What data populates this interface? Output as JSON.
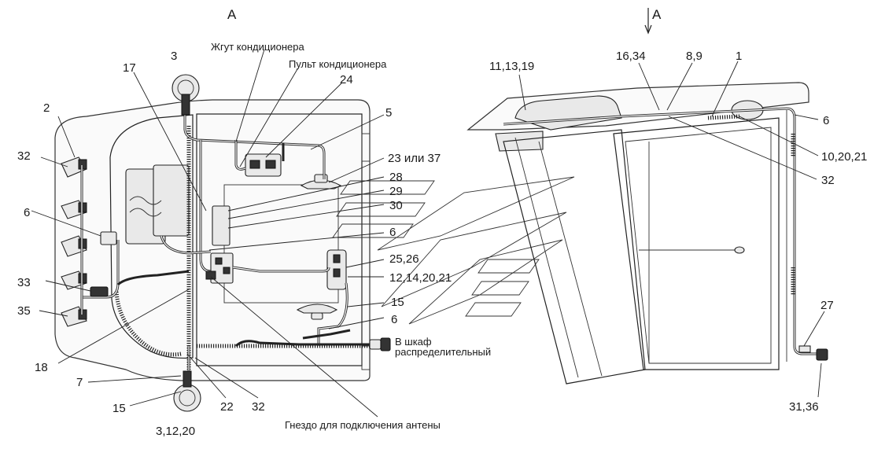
{
  "view_labels": {
    "left": "А",
    "right": "А"
  },
  "captions": {
    "ac_harness": "Жгут кондиционера",
    "ac_panel": "Пульт кондиционера",
    "to_cabinet_line1": "В шкаф",
    "to_cabinet_line2": "распределительный",
    "antenna_socket": "Гнездо для подключения антены"
  },
  "left_callouts": {
    "c3_top": "3",
    "c17": "17",
    "c24": "24",
    "c5": "5",
    "c2": "2",
    "c32_left": "32",
    "c23_37": "23 или 37",
    "c28": "28",
    "c29": "29",
    "c30": "30",
    "c6_left": "6",
    "c6_mid": "6",
    "c25_26": "25,26",
    "c12_14_20_21": "12,14,20,21",
    "c33": "33",
    "c15_mid": "15",
    "c6_low": "6",
    "c35": "35",
    "c18": "18",
    "c7": "7",
    "c15_bottom": "15",
    "c22": "22",
    "c32_bottom": "32",
    "c3_12_20": "3,12,20"
  },
  "right_callouts": {
    "c11_13_19": "11,13,19",
    "c16_34": "16,34",
    "c8_9": "8,9",
    "c1": "1",
    "c6": "6",
    "c10_20_21": "10,20,21",
    "c32": "32",
    "c27": "27",
    "c31_36": "31,36"
  }
}
